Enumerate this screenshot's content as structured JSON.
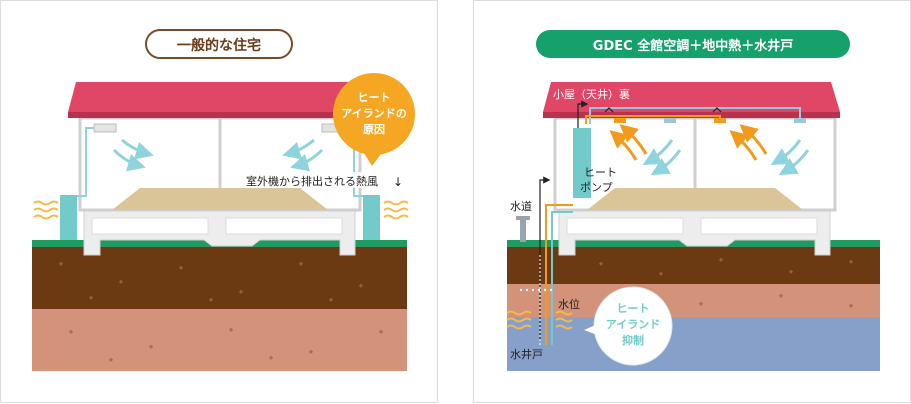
{
  "left_panel": {
    "title": "一般的な住宅",
    "bubble_line1": "ヒート",
    "bubble_line2": "アイランドの",
    "bubble_line3": "原因",
    "exhaust_label": "室外機から排出される熱風",
    "exhaust_arrow": "↓"
  },
  "right_panel": {
    "title": "GDEC 全館空調＋地中熱＋水井戸",
    "attic_label": "小屋（天井）裏",
    "heat_pump_line1": "ヒート",
    "heat_pump_line2": "ポンプ",
    "water_supply_label": "水道",
    "water_level_label": "水位",
    "water_well_label": "水井戸",
    "bubble_line1": "ヒート",
    "bubble_line2": "アイランド",
    "bubble_line3": "抑制"
  },
  "colors": {
    "roof": "#e04767",
    "roof_shadow": "#b8324f",
    "grass": "#1f9a62",
    "soil_dark": "#6b3a12",
    "soil_light": "#d3927a",
    "groundwater": "#86a0c9",
    "sand": "#d9c597",
    "teal": "#72cacb",
    "orange": "#f29a1c",
    "brown_text": "#6a3a1a",
    "gdec_green": "#16a06b",
    "wave": "#f6b94a"
  }
}
